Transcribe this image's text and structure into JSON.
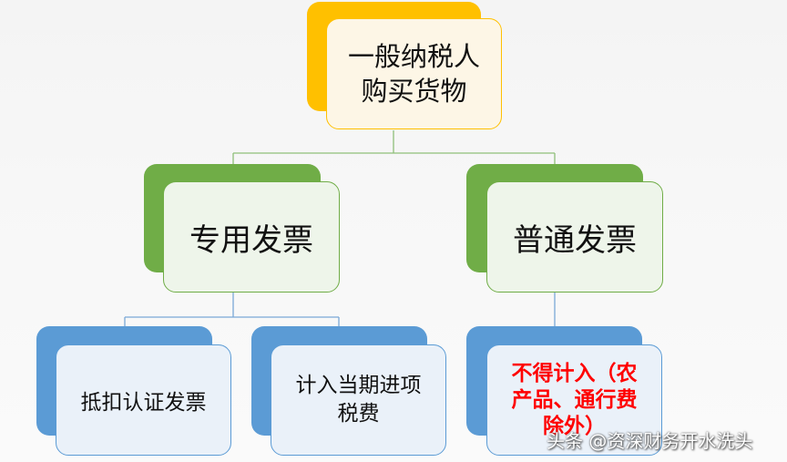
{
  "root": {
    "line1": "一般纳税人",
    "line2": "购买货物"
  },
  "level1": {
    "special": "专用发票",
    "ordinary": "普通发票"
  },
  "level2": {
    "deduct": "抵扣认证发票",
    "input_line1": "计入当期进项",
    "input_line2": "税费",
    "excluded_line1": "不得计入（农",
    "excluded_line2": "产品、通行费",
    "excluded_line3": "除外）"
  },
  "watermark": "头条 @资深财务开水洗头",
  "colors": {
    "root_accent": "#ffc000",
    "root_fill": "#fdf6e6",
    "green_accent": "#70ad47",
    "green_fill": "#eef5ea",
    "blue_accent": "#5b9bd5",
    "blue_fill": "#eaf1f9",
    "excluded_text": "#ff0000"
  }
}
